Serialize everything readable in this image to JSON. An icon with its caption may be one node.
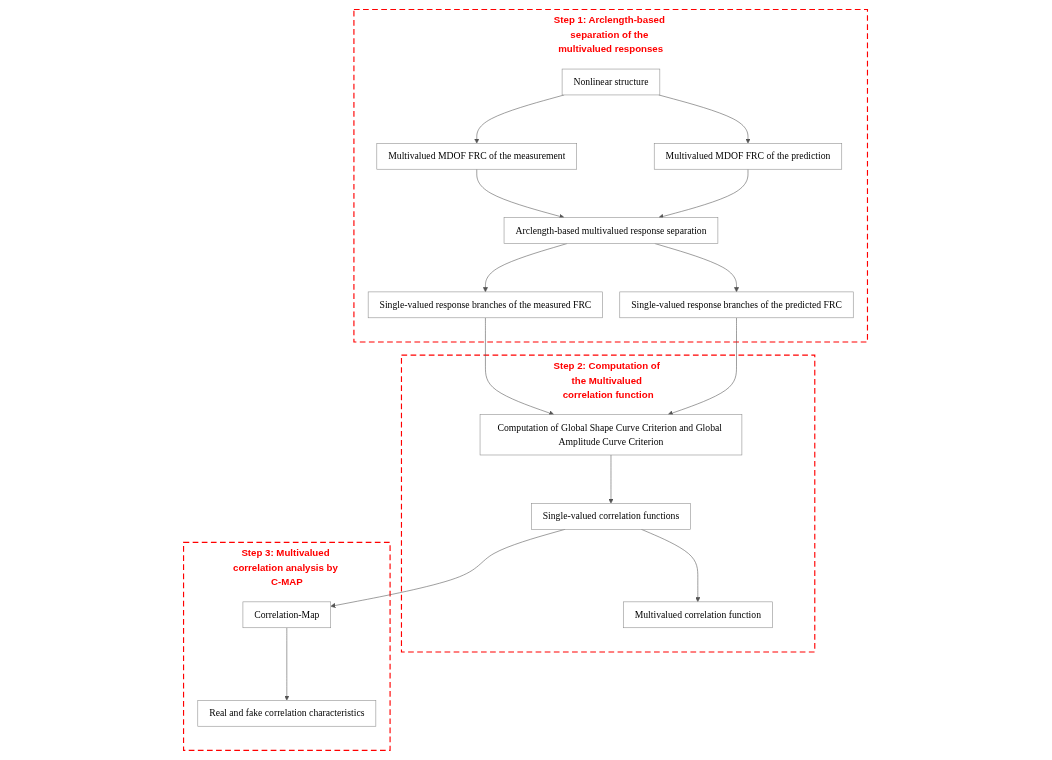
{
  "diagram": {
    "nodes": [
      {
        "text": [
          "Step 1: Arclength-based separation of the multivalued responses"
        ]
      },
      {
        "text": [
          "Nonlinear structure"
        ],
        "in": 0
      },
      {
        "text": [
          "Multivalued MDOF FRC of the measurement"
        ],
        "in": 0
      },
      {
        "text": [
          "Multivalued MDOF FRC of the prediction"
        ],
        "in": 0
      },
      {
        "text": [
          "Arclength-based multivalued response separation"
        ],
        "in": 0
      },
      {
        "text": [
          "Single-valued response branches of the measured FRC"
        ],
        "in": 0
      },
      {
        "text": [
          "Single-valued response branches of the predicted FRC"
        ],
        "in": 0
      },
      {
        "text": [
          "Step 2: Computation of the Multivalued correlation function"
        ]
      },
      {
        "text": [
          "Computation of Global Shape Curve Criterion and Global Amplitude Curve Criterion"
        ],
        "in": 7
      },
      {
        "text": [
          "Single-valued correlation functions"
        ],
        "in": 7
      },
      {
        "text": [
          "Multivalued correlation function"
        ],
        "in": 7
      },
      {
        "text": [
          "Step 3: Multivalued correlation analysis by C-MAP"
        ]
      },
      {
        "text": [
          "Correlation-Map"
        ],
        "in": 11
      },
      {
        "text": [
          "Real and fake correlation characteristics"
        ],
        "in": 11
      }
    ],
    "edges": [
      {
        "from": 1,
        "to": 2,
        "arrow": "to"
      },
      {
        "from": 1,
        "to": 3,
        "arrow": "to"
      },
      {
        "from": 2,
        "to": 4,
        "arrow": "to"
      },
      {
        "from": 3,
        "to": 4,
        "arrow": "to"
      },
      {
        "from": 4,
        "to": 5,
        "arrow": "to"
      },
      {
        "from": 4,
        "to": 6,
        "arrow": "to"
      },
      {
        "from": 5,
        "to": 8,
        "arrow": "to"
      },
      {
        "from": 6,
        "to": 8,
        "arrow": "to"
      },
      {
        "from": 8,
        "to": 9,
        "arrow": "to"
      },
      {
        "from": 9,
        "to": 10,
        "arrow": "to"
      },
      {
        "from": 9,
        "to": 12,
        "arrow": "to"
      },
      {
        "from": 12,
        "to": 13,
        "arrow": "to"
      }
    ]
  }
}
